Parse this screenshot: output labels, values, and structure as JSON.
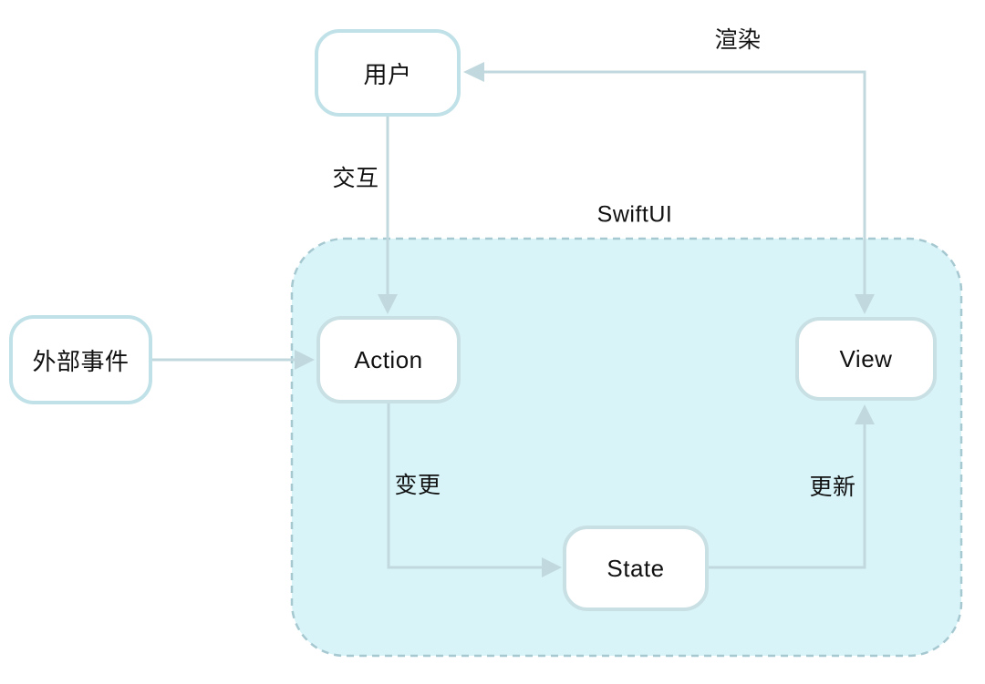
{
  "diagram": {
    "container": {
      "label": "SwiftUI",
      "fill_color": "#d8f4f9",
      "border_color": "#a6c8d0",
      "border_style": "dashed"
    },
    "nodes": [
      {
        "id": "user",
        "label": "用户"
      },
      {
        "id": "external-event",
        "label": "外部事件"
      },
      {
        "id": "action",
        "label": "Action"
      },
      {
        "id": "state",
        "label": "State"
      },
      {
        "id": "view",
        "label": "View"
      }
    ],
    "edges": [
      {
        "from": "view",
        "to": "user",
        "label": "渲染"
      },
      {
        "from": "user",
        "to": "action",
        "label": "交互"
      },
      {
        "from": "external-event",
        "to": "action",
        "label": ""
      },
      {
        "from": "action",
        "to": "state",
        "label": "变更"
      },
      {
        "from": "state",
        "to": "view",
        "label": "更新"
      }
    ],
    "colors": {
      "node_fill": "#ffffff",
      "node_border_outer": "#bfe1e7",
      "node_border_inner": "#c8dfe3",
      "connector": "#c1d9de",
      "text": "#111111",
      "background": "#ffffff"
    }
  }
}
